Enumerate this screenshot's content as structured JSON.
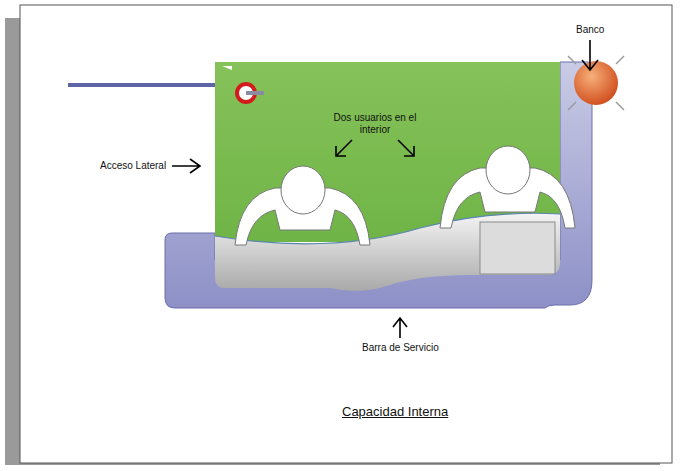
{
  "diagram": {
    "caption": "Capacidad Interna",
    "labels": [
      "Banco",
      "Dos usuarios en el interior",
      "Acceso Lateral",
      "Barra de Servicio"
    ]
  }
}
